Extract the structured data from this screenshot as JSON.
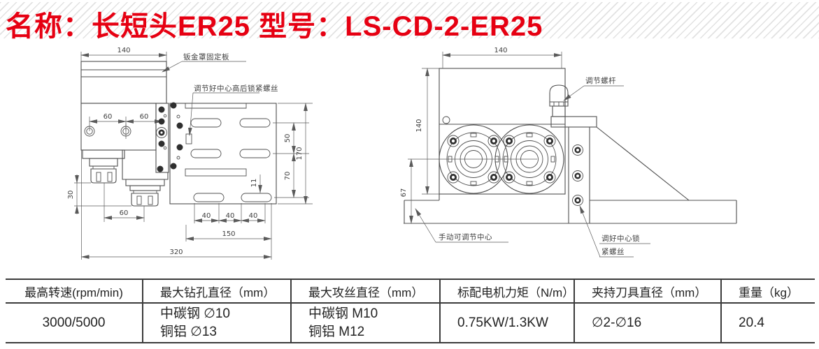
{
  "header": {
    "title": "名称：长短头ER25  型号：LS-CD-2-ER25"
  },
  "left_drawing": {
    "annotations": {
      "cover_plate": "钣金罩固定板",
      "lock_screw": "调节好中心高后锁紧螺丝"
    },
    "dimensions": {
      "top_width": "140",
      "hole_pitch_left": "60",
      "hole_pitch_right": "60",
      "nose_drop": "30",
      "nose_pitch": "60",
      "slot_pitch_1": "40",
      "slot_pitch_2": "40",
      "slot_pitch_3": "40",
      "slot_span": "150",
      "overall_width": "320",
      "slot_width": "11",
      "row_gap_upper": "50",
      "row_gap_lower": "70",
      "plate_height": "170"
    }
  },
  "right_drawing": {
    "annotations": {
      "adjust_rod": "调节螺杆",
      "manual_center": "手动可调节中心",
      "lock_screw_line1": "调好中心锁",
      "lock_screw_line2": "紧螺丝"
    },
    "dimensions": {
      "body_width": "140",
      "body_height": "140",
      "center_height": "67"
    }
  },
  "spec_table": {
    "columns": [
      {
        "header": "最高转速(rpm/min)",
        "value": "3000/5000"
      },
      {
        "header": "最大钻孔直径（mm）",
        "line1": "中碳钢 ∅10",
        "line2": "铜铝 ∅13"
      },
      {
        "header": "最大攻丝直径（mm）",
        "line1": "中碳钢 M10",
        "line2": "铜铝 M12"
      },
      {
        "header": "标配电机力矩（N/m）",
        "value": "0.75KW/1.3KW"
      },
      {
        "header": "夹持刀具直径（mm）",
        "value": "∅2-∅16"
      },
      {
        "header": "重量（kg）",
        "value": "20.4"
      }
    ]
  }
}
